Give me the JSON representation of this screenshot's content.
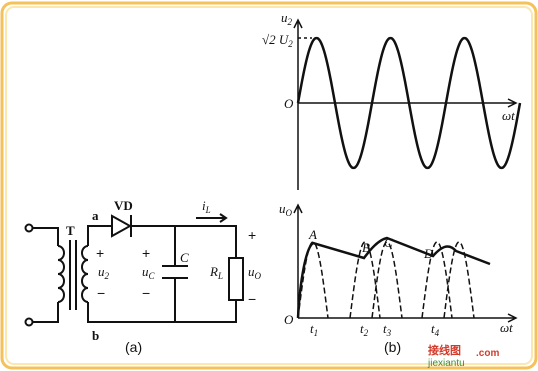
{
  "colors": {
    "frame_outer": "#f4c15a",
    "frame_inner": "#fbe7b0",
    "ink": "#111111",
    "watermark_red": "#d23b2a",
    "watermark_green": "#3e8f3e"
  },
  "circuit": {
    "transformer_label": "T",
    "node_a": "a",
    "node_b": "b",
    "diode_label": "VD",
    "current_label": "i",
    "current_sub": "L",
    "u2_label": "u",
    "u2_sub": "2",
    "uc_label": "u",
    "uc_sub": "C",
    "cap_label": "C",
    "rl_label": "R",
    "rl_sub": "L",
    "uo_label": "u",
    "uo_sub": "O",
    "plus_sign": "+",
    "minus_sign": "−",
    "caption": "(a)"
  },
  "graph_top": {
    "y_axis_label": "u",
    "y_axis_sub": "2",
    "peak_label": "√2 U",
    "peak_sub": "2",
    "origin": "O",
    "x_axis_label": "ωt"
  },
  "graph_bottom": {
    "y_axis_label": "u",
    "y_axis_sub": "O",
    "origin": "O",
    "x_axis_label": "ωt",
    "point_labels": [
      "A",
      "B",
      "C",
      "D"
    ],
    "time_labels": [
      {
        "t": "t",
        "sub": "1"
      },
      {
        "t": "t",
        "sub": "2"
      },
      {
        "t": "t",
        "sub": "3"
      },
      {
        "t": "t",
        "sub": "4"
      }
    ],
    "caption": "(b)"
  },
  "watermark": {
    "brand": "接线图",
    "site": "jiexiantu",
    "tail": ".com"
  }
}
